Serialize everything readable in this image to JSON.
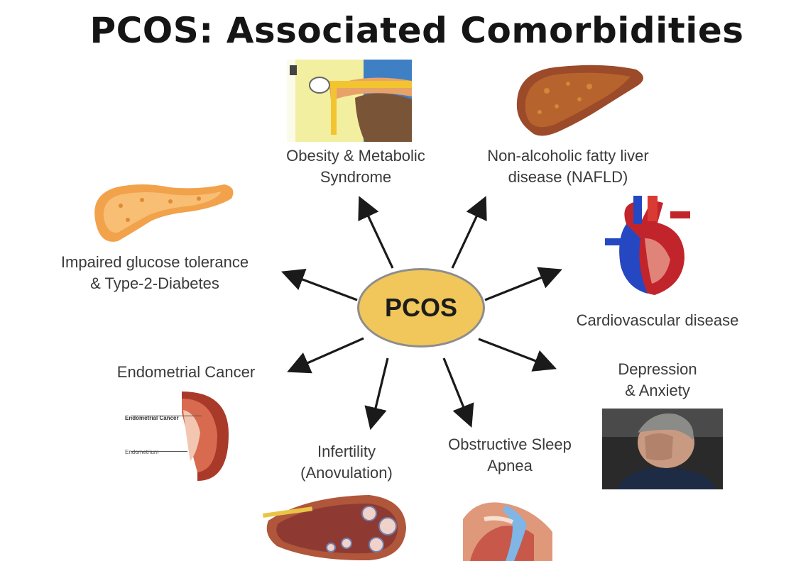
{
  "title": "PCOS: Associated Comorbidities",
  "hub": "PCOS",
  "items": [
    {
      "line1": "Obesity & Metabolic",
      "line2": "Syndrome",
      "icon": "waist-measure-image"
    },
    {
      "line1": "Non-alcoholic fatty liver",
      "line2": "disease (NAFLD)",
      "icon": "liver-image"
    },
    {
      "line1": "Impaired glucose tolerance",
      "line2": "& Type-2-Diabetes",
      "icon": "pancreas-image"
    },
    {
      "line1": "Cardiovascular disease",
      "icon": "heart-image"
    },
    {
      "line1": "Endometrial Cancer",
      "icon": "uterus-cross-section-image"
    },
    {
      "line1": "Depression",
      "line2": "& Anxiety",
      "icon": "distressed-person-photo"
    },
    {
      "line1": "Infertility",
      "line2": "(Anovulation)",
      "icon": "ovary-image"
    },
    {
      "line1": "Obstructive Sleep",
      "line2": "Apnea",
      "icon": "sleep-apnea-airway-image"
    }
  ],
  "uterus_labels": {
    "cancer": "Endometrial Cancer",
    "endometrium": "Endometrium"
  },
  "colors": {
    "hub_fill": "#f1c65a",
    "arrow": "#1a1a1a"
  }
}
